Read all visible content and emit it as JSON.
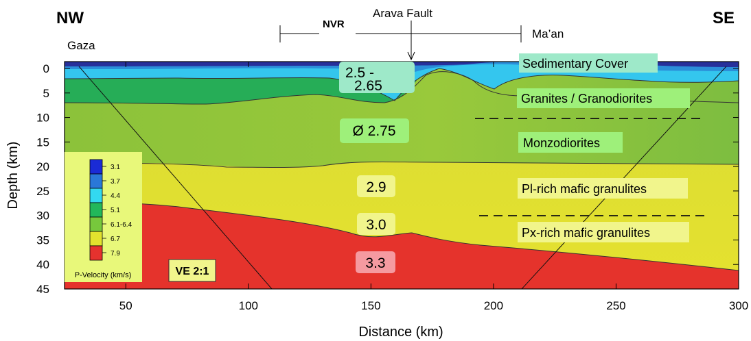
{
  "header": {
    "left_direction": "NW",
    "right_direction": "SE",
    "left_place": "Gaza",
    "right_place": "Ma’an",
    "fault": "Arava Fault",
    "segment_label": "NVR"
  },
  "axes": {
    "xlabel": "Distance (km)",
    "ylabel": "Depth (km)",
    "x_ticks": [
      "50",
      "100",
      "150",
      "200",
      "250",
      "300"
    ],
    "y_ticks": [
      "0",
      "5",
      "10",
      "15",
      "20",
      "25",
      "30",
      "35",
      "40",
      "45"
    ],
    "x_range": [
      25,
      300
    ],
    "y_range": [
      0,
      45
    ]
  },
  "densities": {
    "upper": "2.5 -\n2.65",
    "granitic": "Ø 2.75",
    "middle": "2.9",
    "lower": "3.0",
    "mantle": "3.3"
  },
  "units": {
    "sedimentary": "Sedimentary Cover",
    "granites": "Granites / Granodiorites",
    "monzodiorites": "Monzodiorites",
    "pl_granulites": "Pl-rich mafic granulites",
    "px_granulites": "Px-rich mafic granulites"
  },
  "legend": {
    "title": "P-Velocity (km/s)",
    "items": [
      {
        "label": "3.1",
        "color": "#1a2bd6"
      },
      {
        "label": "3.7",
        "color": "#2a78d8"
      },
      {
        "label": "4.4",
        "color": "#33d9f0"
      },
      {
        "label": "5.1",
        "color": "#22b75a"
      },
      {
        "label": "6.1-6.4",
        "color": "#77c83c"
      },
      {
        "label": "6.7",
        "color": "#e3e22e"
      },
      {
        "label": "7.9",
        "color": "#e5322e"
      }
    ]
  },
  "ve_label": "VE 2:1",
  "colors": {
    "sediment_dark": "#27309b",
    "sediment_blue": "#2b8fd9",
    "sediment_cyan": "#34c6ee",
    "upper_green": "#26ad57",
    "granite_green": "#8cc23a",
    "monzo_green": "#7dbd40",
    "yellow": "#e0de2f",
    "red": "#e5332c",
    "legend_bg": "#e8f87a"
  }
}
